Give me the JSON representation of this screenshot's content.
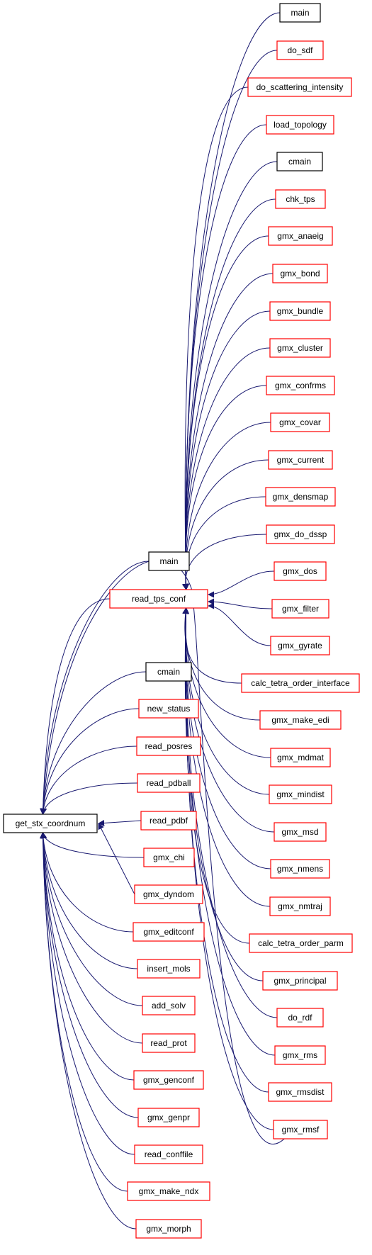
{
  "colors": {
    "edge": "#191970",
    "border_documented": "#ff0000",
    "border_undocumented": "#000000",
    "root_fill": "#bfbfbf"
  },
  "nodes": {
    "get_stx_coordnum": {
      "label": "get_stx_coordnum",
      "style": "root"
    },
    "read_tps_conf": {
      "label": "read_tps_conf",
      "style": "red"
    },
    "main_right": {
      "label": "main",
      "style": "black"
    },
    "do_sdf": {
      "label": "do_sdf",
      "style": "red"
    },
    "do_scattering_intensity": {
      "label": "do_scattering_intensity",
      "style": "red"
    },
    "load_topology": {
      "label": "load_topology",
      "style": "red"
    },
    "cmain_right": {
      "label": "cmain",
      "style": "black"
    },
    "chk_tps": {
      "label": "chk_tps",
      "style": "red"
    },
    "gmx_anaeig": {
      "label": "gmx_anaeig",
      "style": "red"
    },
    "gmx_bond": {
      "label": "gmx_bond",
      "style": "red"
    },
    "gmx_bundle": {
      "label": "gmx_bundle",
      "style": "red"
    },
    "gmx_cluster": {
      "label": "gmx_cluster",
      "style": "red"
    },
    "gmx_confrms": {
      "label": "gmx_confrms",
      "style": "red"
    },
    "gmx_covar": {
      "label": "gmx_covar",
      "style": "red"
    },
    "gmx_current": {
      "label": "gmx_current",
      "style": "red"
    },
    "gmx_densmap": {
      "label": "gmx_densmap",
      "style": "red"
    },
    "gmx_do_dssp": {
      "label": "gmx_do_dssp",
      "style": "red"
    },
    "gmx_dos": {
      "label": "gmx_dos",
      "style": "red"
    },
    "gmx_filter": {
      "label": "gmx_filter",
      "style": "red"
    },
    "gmx_gyrate": {
      "label": "gmx_gyrate",
      "style": "red"
    },
    "calc_tetra_order_interface": {
      "label": "calc_tetra_order_interface",
      "style": "red"
    },
    "gmx_make_edi": {
      "label": "gmx_make_edi",
      "style": "red"
    },
    "gmx_mdmat": {
      "label": "gmx_mdmat",
      "style": "red"
    },
    "gmx_mindist": {
      "label": "gmx_mindist",
      "style": "red"
    },
    "gmx_msd": {
      "label": "gmx_msd",
      "style": "red"
    },
    "gmx_nmens": {
      "label": "gmx_nmens",
      "style": "red"
    },
    "gmx_nmtraj": {
      "label": "gmx_nmtraj",
      "style": "red"
    },
    "calc_tetra_order_parm": {
      "label": "calc_tetra_order_parm",
      "style": "red"
    },
    "gmx_principal": {
      "label": "gmx_principal",
      "style": "red"
    },
    "do_rdf": {
      "label": "do_rdf",
      "style": "red"
    },
    "gmx_rms": {
      "label": "gmx_rms",
      "style": "red"
    },
    "gmx_rmsdist": {
      "label": "gmx_rmsdist",
      "style": "red"
    },
    "gmx_rmsf": {
      "label": "gmx_rmsf",
      "style": "red"
    },
    "main_mid": {
      "label": "main",
      "style": "black"
    },
    "cmain_mid": {
      "label": "cmain",
      "style": "black"
    },
    "new_status": {
      "label": "new_status",
      "style": "red"
    },
    "read_posres": {
      "label": "read_posres",
      "style": "red"
    },
    "read_pdball": {
      "label": "read_pdball",
      "style": "red"
    },
    "read_pdbf": {
      "label": "read_pdbf",
      "style": "red"
    },
    "gmx_chi": {
      "label": "gmx_chi",
      "style": "red"
    },
    "gmx_dyndom": {
      "label": "gmx_dyndom",
      "style": "red"
    },
    "gmx_editconf": {
      "label": "gmx_editconf",
      "style": "red"
    },
    "insert_mols": {
      "label": "insert_mols",
      "style": "red"
    },
    "add_solv": {
      "label": "add_solv",
      "style": "red"
    },
    "read_prot": {
      "label": "read_prot",
      "style": "red"
    },
    "gmx_genconf": {
      "label": "gmx_genconf",
      "style": "red"
    },
    "gmx_genpr": {
      "label": "gmx_genpr",
      "style": "red"
    },
    "read_conffile": {
      "label": "read_conffile",
      "style": "red"
    },
    "gmx_make_ndx": {
      "label": "gmx_make_ndx",
      "style": "red"
    },
    "gmx_morph": {
      "label": "gmx_morph",
      "style": "red"
    }
  },
  "edges": [
    [
      "read_tps_conf",
      "get_stx_coordnum"
    ],
    [
      "main_mid",
      "get_stx_coordnum"
    ],
    [
      "cmain_mid",
      "get_stx_coordnum"
    ],
    [
      "new_status",
      "get_stx_coordnum"
    ],
    [
      "read_posres",
      "get_stx_coordnum"
    ],
    [
      "read_pdball",
      "get_stx_coordnum"
    ],
    [
      "read_pdbf",
      "get_stx_coordnum"
    ],
    [
      "gmx_chi",
      "get_stx_coordnum"
    ],
    [
      "gmx_dyndom",
      "get_stx_coordnum"
    ],
    [
      "gmx_editconf",
      "get_stx_coordnum"
    ],
    [
      "insert_mols",
      "get_stx_coordnum"
    ],
    [
      "add_solv",
      "get_stx_coordnum"
    ],
    [
      "read_prot",
      "get_stx_coordnum"
    ],
    [
      "gmx_genconf",
      "get_stx_coordnum"
    ],
    [
      "gmx_genpr",
      "get_stx_coordnum"
    ],
    [
      "read_conffile",
      "get_stx_coordnum"
    ],
    [
      "gmx_make_ndx",
      "get_stx_coordnum"
    ],
    [
      "gmx_morph",
      "get_stx_coordnum"
    ],
    [
      "gmx_rmsf",
      "get_stx_coordnum"
    ],
    [
      "main_right",
      "read_tps_conf"
    ],
    [
      "do_sdf",
      "read_tps_conf"
    ],
    [
      "do_scattering_intensity",
      "read_tps_conf"
    ],
    [
      "load_topology",
      "read_tps_conf"
    ],
    [
      "cmain_right",
      "read_tps_conf"
    ],
    [
      "chk_tps",
      "read_tps_conf"
    ],
    [
      "gmx_anaeig",
      "read_tps_conf"
    ],
    [
      "gmx_bond",
      "read_tps_conf"
    ],
    [
      "gmx_bundle",
      "read_tps_conf"
    ],
    [
      "gmx_cluster",
      "read_tps_conf"
    ],
    [
      "gmx_confrms",
      "read_tps_conf"
    ],
    [
      "gmx_covar",
      "read_tps_conf"
    ],
    [
      "gmx_current",
      "read_tps_conf"
    ],
    [
      "gmx_densmap",
      "read_tps_conf"
    ],
    [
      "gmx_do_dssp",
      "read_tps_conf"
    ],
    [
      "gmx_dos",
      "read_tps_conf"
    ],
    [
      "gmx_filter",
      "read_tps_conf"
    ],
    [
      "gmx_gyrate",
      "read_tps_conf"
    ],
    [
      "calc_tetra_order_interface",
      "read_tps_conf"
    ],
    [
      "gmx_make_edi",
      "read_tps_conf"
    ],
    [
      "gmx_mdmat",
      "read_tps_conf"
    ],
    [
      "gmx_mindist",
      "read_tps_conf"
    ],
    [
      "gmx_msd",
      "read_tps_conf"
    ],
    [
      "gmx_nmens",
      "read_tps_conf"
    ],
    [
      "gmx_nmtraj",
      "read_tps_conf"
    ],
    [
      "calc_tetra_order_parm",
      "read_tps_conf"
    ],
    [
      "gmx_principal",
      "read_tps_conf"
    ],
    [
      "do_rdf",
      "read_tps_conf"
    ],
    [
      "gmx_rms",
      "read_tps_conf"
    ],
    [
      "gmx_rmsdist",
      "read_tps_conf"
    ],
    [
      "gmx_rmsf",
      "read_tps_conf"
    ]
  ]
}
